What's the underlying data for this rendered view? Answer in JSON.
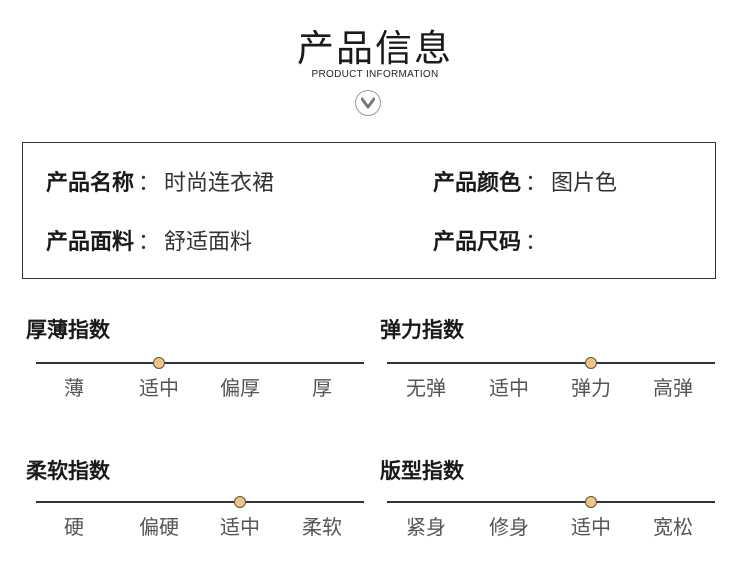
{
  "header": {
    "title": "产品信息",
    "subtitle": "PRODUCT INFORMATION"
  },
  "info": {
    "name_label": "产品名称",
    "name_value": "时尚连衣裙",
    "color_label": "产品颜色",
    "color_value": "图片色",
    "material_label": "产品面料",
    "material_value": "舒适面料",
    "size_label": "产品尺码",
    "size_value": "",
    "colon": "："
  },
  "indices": [
    {
      "title": "厚薄指数",
      "labels": [
        "薄",
        "适中",
        "偏厚",
        "厚"
      ],
      "selected_index": 1,
      "selected_label": "适中"
    },
    {
      "title": "弹力指数",
      "labels": [
        "无弹",
        "适中",
        "弹力",
        "高弹"
      ],
      "selected_index": 2,
      "selected_label": "弹力"
    },
    {
      "title": "柔软指数",
      "labels": [
        "硬",
        "偏硬",
        "适中",
        "柔软"
      ],
      "selected_index": 2,
      "selected_label": "适中"
    },
    {
      "title": "版型指数",
      "labels": [
        "紧身",
        "修身",
        "适中",
        "宽松"
      ],
      "selected_index": 2,
      "selected_label": "适中"
    }
  ],
  "colors": {
    "dot_fill": "#f2c57e",
    "line": "#333333",
    "label_text": "#555555"
  }
}
